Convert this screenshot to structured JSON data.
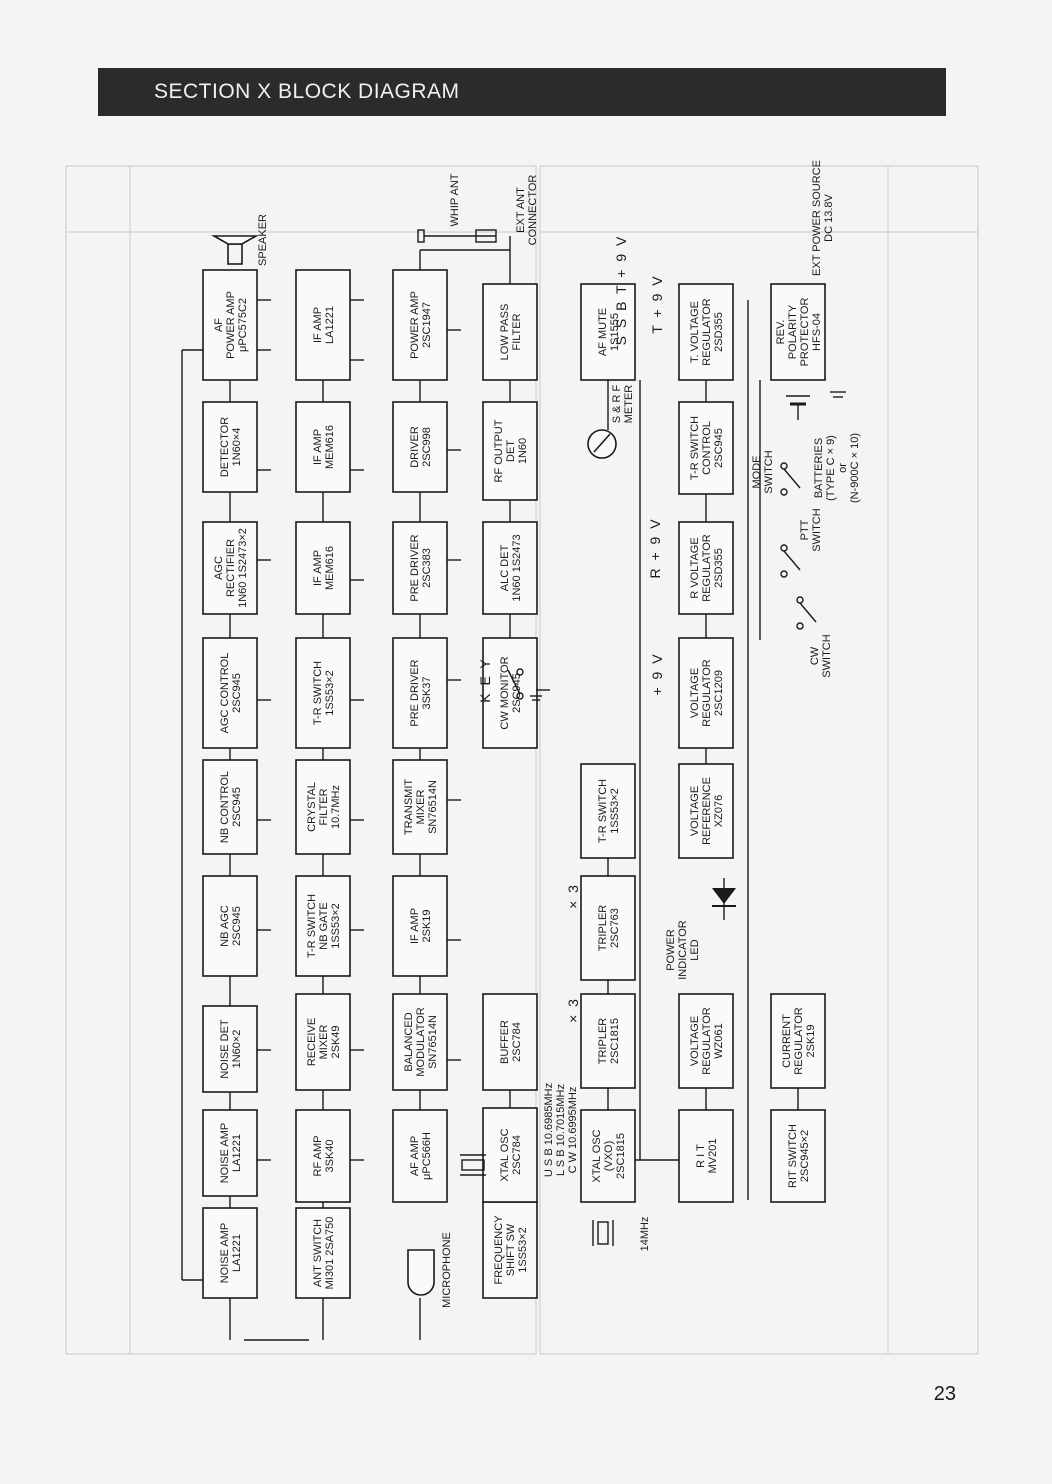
{
  "header": {
    "title": "SECTION  X   BLOCK DIAGRAM"
  },
  "page_number": "23",
  "blocks": [
    {
      "id": "noise-amp-1",
      "lines": [
        "NOISE AMP",
        "LA1221"
      ]
    },
    {
      "id": "noise-amp-2",
      "lines": [
        "NOISE AMP",
        "LA1221"
      ]
    },
    {
      "id": "noise-det",
      "lines": [
        "NOISE DET",
        "1N60×2"
      ]
    },
    {
      "id": "nb-agc",
      "lines": [
        "NB AGC",
        "2SC945"
      ]
    },
    {
      "id": "nb-control",
      "lines": [
        "NB CONTROL",
        "2SC945"
      ]
    },
    {
      "id": "agc-control",
      "lines": [
        "AGC CONTROL",
        "2SC945"
      ]
    },
    {
      "id": "agc-rectifier",
      "lines": [
        "AGC",
        "RECTIFIER",
        "1N60 1S2473×2"
      ]
    },
    {
      "id": "detector",
      "lines": [
        "DETECTOR",
        "1N60×4"
      ]
    },
    {
      "id": "af-power-amp",
      "lines": [
        "AF",
        "POWER  AMP",
        "μPC575C2"
      ]
    },
    {
      "id": "ant-switch",
      "lines": [
        "ANT SWITCH",
        "MI301 2SA750"
      ]
    },
    {
      "id": "rf-amp",
      "lines": [
        "RF AMP",
        "3SK40"
      ]
    },
    {
      "id": "receive-mixer",
      "lines": [
        "RECEIVE",
        "MIXER",
        "2SK49"
      ]
    },
    {
      "id": "tr-switch-nb-gate",
      "lines": [
        "T-R SWITCH",
        "NB GATE",
        "1SS53×2"
      ]
    },
    {
      "id": "crystal-filter",
      "lines": [
        "CRYSTAL",
        "FILTER",
        "10.7MHz"
      ]
    },
    {
      "id": "tr-switch-1",
      "lines": [
        "T-R SWITCH",
        "1SS53×2"
      ]
    },
    {
      "id": "if-amp-mem616-1",
      "lines": [
        "IF AMP",
        "MEM616"
      ]
    },
    {
      "id": "if-amp-mem616-2",
      "lines": [
        "IF AMP",
        "MEM616"
      ]
    },
    {
      "id": "if-amp-la1221",
      "lines": [
        "IF AMP",
        "LA1221"
      ]
    },
    {
      "id": "af-amp",
      "lines": [
        "AF AMP",
        "μPC566H"
      ]
    },
    {
      "id": "balanced-modulator",
      "lines": [
        "BALANCED",
        "MODULATOR",
        "SN76514N"
      ]
    },
    {
      "id": "if-amp-2sk19",
      "lines": [
        "IF AMP",
        "2SK19"
      ]
    },
    {
      "id": "transmit-mixer",
      "lines": [
        "TRANSMIT",
        "MIXER",
        "SN76514N"
      ]
    },
    {
      "id": "pre-driver-3sk37",
      "lines": [
        "PRE DRIVER",
        "3SK37"
      ]
    },
    {
      "id": "pre-driver-2sc383",
      "lines": [
        "PRE DRIVER",
        "2SC383"
      ]
    },
    {
      "id": "driver",
      "lines": [
        "DRIVER",
        "2SC998"
      ]
    },
    {
      "id": "power-amp",
      "lines": [
        "POWER AMP",
        "2SC1947"
      ]
    },
    {
      "id": "freq-shift-sw",
      "lines": [
        "FREQUENCY",
        "SHIFT SW",
        "1SS53×2"
      ]
    },
    {
      "id": "xtal-osc",
      "lines": [
        "XTAL OSC",
        "2SC784"
      ]
    },
    {
      "id": "buffer",
      "lines": [
        "BUFFER",
        "2SC784"
      ]
    },
    {
      "id": "tr-switch-2",
      "lines": [
        "T-R SWITCH",
        "1SS53×2"
      ]
    },
    {
      "id": "cw-monitor",
      "lines": [
        "CW MONITOR",
        "2SC945"
      ]
    },
    {
      "id": "alc-det",
      "lines": [
        "ALC DET",
        "1N60 1S2473"
      ]
    },
    {
      "id": "rf-output-det",
      "lines": [
        "RF OUTPUT",
        "DET",
        "1N60"
      ]
    },
    {
      "id": "low-pass-filter",
      "lines": [
        "LOW PASS",
        "FILTER"
      ]
    },
    {
      "id": "xtal-osc-vxo",
      "lines": [
        "XTAL OSC",
        "(VXO)",
        "2SC1815"
      ]
    },
    {
      "id": "tripler-1",
      "lines": [
        "TRIPLER",
        "2SC1815"
      ]
    },
    {
      "id": "tripler-2",
      "lines": [
        "TRIPLER",
        "2SC763"
      ]
    },
    {
      "id": "af-mute",
      "lines": [
        "AF MUTE",
        "1S1555"
      ]
    },
    {
      "id": "rit",
      "lines": [
        "R I T",
        "MV201"
      ]
    },
    {
      "id": "voltage-regulator-wz061",
      "lines": [
        "VOLTAGE",
        "REGULATOR",
        "WZ061"
      ]
    },
    {
      "id": "voltage-reference",
      "lines": [
        "VOLTAGE",
        "REFERENCE",
        "XZ076"
      ]
    },
    {
      "id": "voltage-regulator-2sc1209",
      "lines": [
        "VOLTAGE",
        "REGULATOR",
        "2SC1209"
      ]
    },
    {
      "id": "r-voltage-regulator",
      "lines": [
        "R VOLTAGE",
        "REGULATOR",
        "2SD355"
      ]
    },
    {
      "id": "tr-switch-control",
      "lines": [
        "T-R SWITCH",
        "CONTROL",
        "2SC945"
      ]
    },
    {
      "id": "t-voltage-regulator",
      "lines": [
        "T. VOLTAGE",
        "REGULATOR",
        "2SD355"
      ]
    },
    {
      "id": "rit-switch",
      "lines": [
        "RIT SWITCH",
        "2SC945×2"
      ]
    },
    {
      "id": "current-regulator",
      "lines": [
        "CURRENT",
        "REGULATOR",
        "2SK19"
      ]
    },
    {
      "id": "rev-polarity-protector",
      "lines": [
        "REV.",
        "POLARITY",
        "PROTECTOR",
        "HFS-04"
      ]
    }
  ],
  "labels": {
    "speaker": "SPEAKER",
    "whip_ant": "WHIP ANT",
    "ext_ant": [
      "EXT ANT",
      "CONNECTOR"
    ],
    "microphone": "MICROPHONE",
    "key": "K E Y",
    "meter": [
      "S & R F",
      "METER"
    ],
    "freq_usb": "U S B  10.6985MHz",
    "freq_lsb": "L S B  10.7015MHz",
    "freq_cw": "C W    10.6995MHz",
    "mhz14": "14MHz",
    "x3a": "× 3",
    "x3b": "× 3",
    "power_led": [
      "POWER",
      "INDICATOR",
      "LED"
    ],
    "ssbt": "S S B T + 9 V",
    "tpv": "T + 9 V",
    "rpv": "R + 9 V",
    "p9v": "+ 9 V",
    "mode_switch": [
      "MODE",
      "SWITCH"
    ],
    "ptt_switch": [
      "PTT",
      "SWITCH"
    ],
    "cw_switch": [
      "CW",
      "SWITCH"
    ],
    "batteries": [
      "BATTERIES",
      "(TYPE C × 9)",
      "or",
      "(N-900C × 10)"
    ],
    "ext_power": [
      "EXT POWER SOURCE",
      "DC 13.8V"
    ]
  }
}
